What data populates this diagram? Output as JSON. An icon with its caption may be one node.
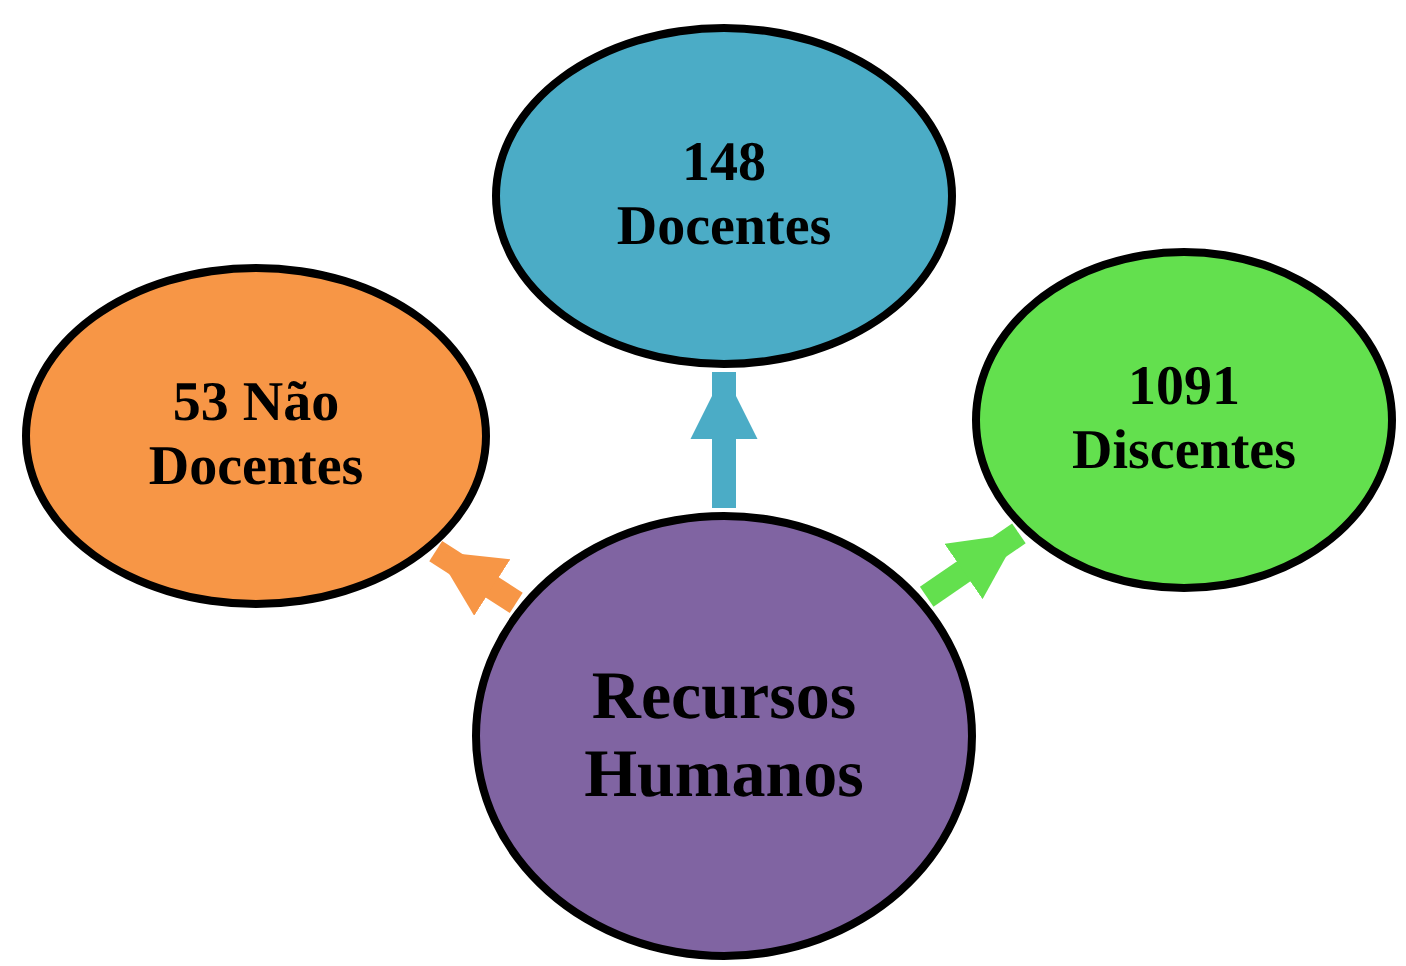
{
  "diagram": {
    "nodes": [
      {
        "text": [
          "Recursos Humanos"
        ]
      },
      {
        "text": [
          "148 Docentes"
        ]
      },
      {
        "text": [
          "53 Não Docentes"
        ]
      },
      {
        "text": [
          "1091 Discentes"
        ]
      }
    ],
    "edges": [
      {
        "from": 0,
        "to": 1,
        "arrow": "to",
        "color": "#4bacc6"
      },
      {
        "from": 0,
        "to": 2,
        "arrow": "to",
        "color": "#f79646"
      },
      {
        "from": 0,
        "to": 3,
        "arrow": "to",
        "color": "#63e04e"
      }
    ]
  }
}
